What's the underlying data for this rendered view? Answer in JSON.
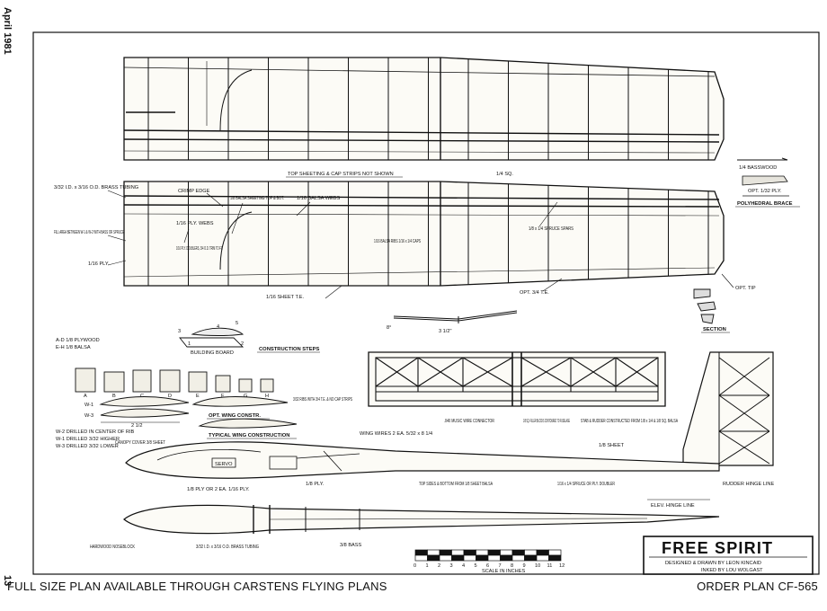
{
  "margin": {
    "date": "April 1981",
    "page_number": "13"
  },
  "footer": {
    "left": "FULL SIZE PLAN AVAILABLE THROUGH CARSTENS FLYING PLANS",
    "right": "ORDER PLAN CF-565"
  },
  "title_block": {
    "title": "FREE SPIRIT",
    "designed_by": "DESIGNED & DRAWN BY LEON KINCAID",
    "inked_by": "INKED BY LOU WOLGAST"
  },
  "wing": {
    "top_note": "TOP SHEETING & CAP STRIPS NOT SHOWN",
    "spar_note": "1/4 SQ.",
    "brass_tubing": "3/32 I.D. x 3/16 O.D. BRASS TUBING",
    "crimp_edge": "CRIMP EDGE",
    "balsa_sheeting": "1/8 BALSA SHEETING TOP & BOT.",
    "webs": "1/16 BALSA WEBS",
    "ply_webs": "1/16 PLY. WEBS",
    "fill_area": "FILL AREA BETWEEN W-1 & W-2 WITH BASS OR SPRUCE",
    "ply_doublers": "1/16 PLY. DOUBLERS, 3/4 O.D. TRIM TO FIT",
    "ply_label": "1/16 PLY.",
    "ribs_caps": "1/16 BALSA RIBS 1/16 x 1/4 CAPS",
    "spruce_spars": "1/8 x 1/4 SPRUCE SPARS",
    "sheet_te": "1/16 SHEET T.E.",
    "opt_te": "OPT. 3/4 T.E.",
    "opt_tip": "OPT. TIP",
    "section": "SECTION"
  },
  "brace": {
    "basswood": "1/4 BASSWOOD",
    "opt_ply": "OPT. 1/32 PLY.",
    "label": "POLYHEDRAL BRACE"
  },
  "dihedral": {
    "angle": "8°",
    "height": "3 1/2\""
  },
  "construction": {
    "material_a": "A-D 1/8 PLYWOOD",
    "material_e": "E-H 1/8 BALSA",
    "building_board": "BUILDING BOARD",
    "steps_label": "CONSTRUCTION STEPS",
    "step_numbers": [
      "1",
      "2",
      "3",
      "4",
      "5"
    ],
    "part_letters": [
      "A",
      "B",
      "C",
      "D",
      "E",
      "F",
      "G",
      "H"
    ],
    "rib_w1": "W-1",
    "rib_w3": "W-3",
    "rib_dim": "2 1/2",
    "ribs_note": "3/32 RIBS WITH 3/4 T.E. & NO CAP STRIPS",
    "opt_wing": "OPT. WING CONSTR.",
    "typical_wing": "TYPICAL WING CONSTRUCTION",
    "drill_1": "W-2 DRILLED IN CENTER OF RIB",
    "drill_2": "W-1 DRILLED 3/32 HIGHER",
    "drill_3": "W-3 DRILLED 3/32 LOWER"
  },
  "tail": {
    "music_wire": ".040 MUSIC WIRE CONNECTOR",
    "filler_blocks": "1/8 SQ. FILLER BLOCKS CONTOURED TO FUSELAGE",
    "stab_rudder": "STAB & RUDDER CONSTRUCTED FROM 1/8 x 1/4 & 1/8 SQ. BALSA",
    "sheet": "1/8 SHEET",
    "rudder_hinge": "RUDDER HINGE LINE",
    "elev_hinge": "ELEV. HINGE LINE"
  },
  "fuselage": {
    "canopy": "CANOPY COVER 3/8 SHEET",
    "wing_wires": "WING WIRES 2 EA. 5/32 x 8 1/4",
    "ply_18": "1/8 PLY.",
    "top_sides": "TOP SIDES & BOTTOM FROM 1/8 SHEET BALSA",
    "spruce": "1/16 x 1/4 SPRUCE OR PLY. DOUBLER",
    "ply_or": "1/8 PLY OR 2 EA. 1/16 PLY.",
    "servo": "SERVO",
    "hardwood": "HARDWOOD NOSEBLOCK",
    "brass": "3/32 I.D. x 3/16 O.D. BRASS TUBING",
    "bass": "3/8 BASS"
  },
  "scale": {
    "label": "SCALE IN INCHES",
    "ticks": [
      "0",
      "1",
      "2",
      "3",
      "4",
      "5",
      "6",
      "7",
      "8",
      "9",
      "10",
      "11",
      "12"
    ]
  }
}
